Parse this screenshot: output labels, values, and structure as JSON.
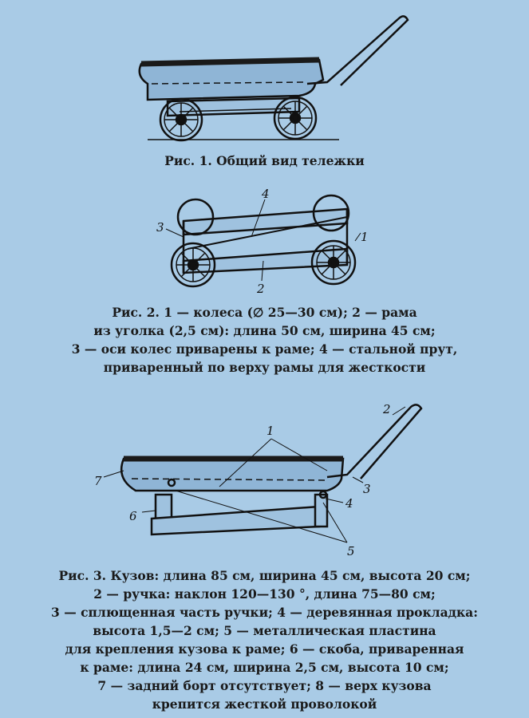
{
  "fig1": {
    "caption": "Рис. 1. Общий вид тележки"
  },
  "fig2": {
    "labels": [
      "1",
      "2",
      "3",
      "4"
    ],
    "caption_lines": [
      "Рис. 2. 1 — колеса (∅ 25—30 см); 2 — рама",
      "из уголка (2,5 см): длина 50 см, ширина 45 см;",
      "3 — оси колес приварены к раме; 4 — стальной прут,",
      "приваренный по верху рамы для жесткости"
    ]
  },
  "fig3": {
    "labels": [
      "1",
      "2",
      "3",
      "4",
      "5",
      "6",
      "7"
    ],
    "caption_lines": [
      "Рис. 3. Кузов: длина 85 см, ширина 45 см, высота 20 см;",
      "2 — ручка: наклон 120—130 °, длина 75—80 см;",
      "3 — сплющенная часть ручки; 4 — деревянная прокладка:",
      "высота 1,5—2 см; 5 — металлическая пластина",
      "для крепления кузова к раме; 6 — скоба, приваренная",
      "к раме: длина 24 см, ширина 2,5 см, высота 10 см;",
      "7 — задний борт отсутствует; 8 — верх кузова",
      "крепится жесткой проволокой"
    ]
  }
}
